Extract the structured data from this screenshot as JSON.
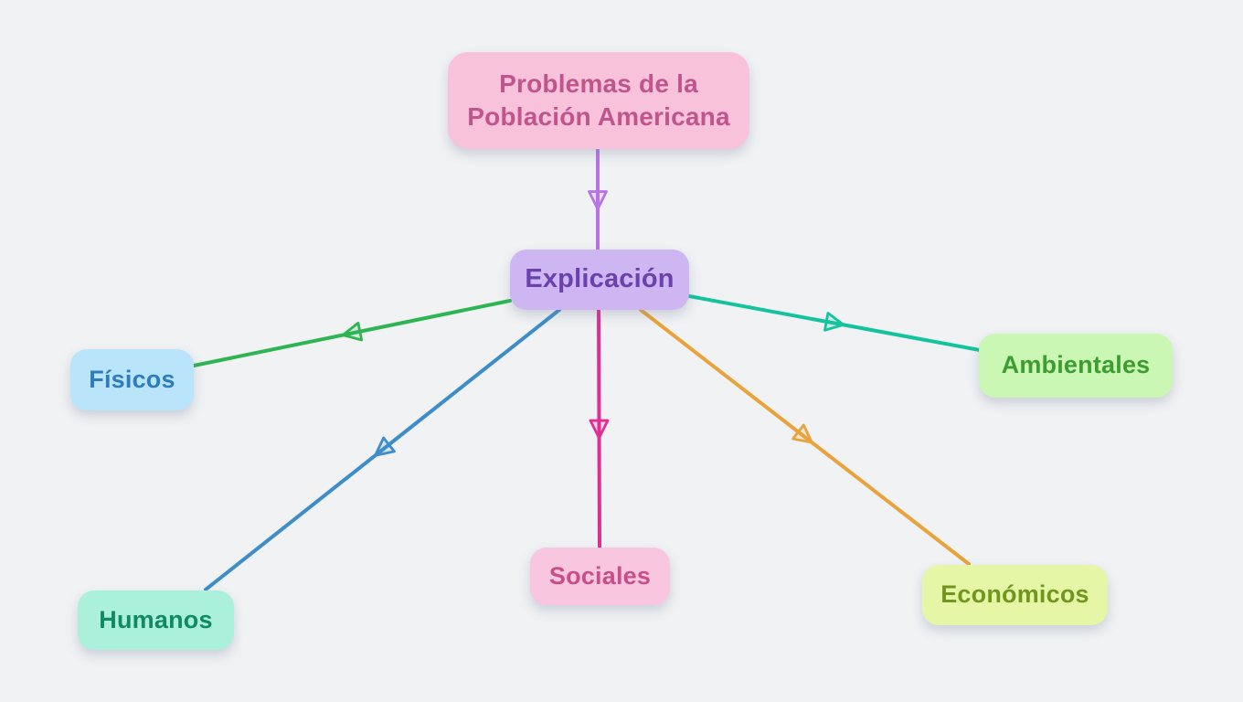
{
  "canvas": {
    "background": "#f0f2f4"
  },
  "diagram": {
    "title": "Problemas de la Población Americana mind map",
    "nodes": [
      {
        "id": "problemas",
        "label": "Problemas de la Población Americana",
        "bg": "#f8c3da",
        "fg": "#c0548d"
      },
      {
        "id": "explicacion",
        "label": "Explicación",
        "bg": "#cdb6f1",
        "fg": "#6a41ad"
      },
      {
        "id": "fisicos",
        "label": "Físicos",
        "bg": "#b9e4fa",
        "fg": "#2e7cba"
      },
      {
        "id": "humanos",
        "label": "Humanos",
        "bg": "#aaf0db",
        "fg": "#108a61"
      },
      {
        "id": "sociales",
        "label": "Sociales",
        "bg": "#f9c6e0",
        "fg": "#c94e88"
      },
      {
        "id": "economicos",
        "label": "Económicos",
        "bg": "#e6f6a7",
        "fg": "#70961d"
      },
      {
        "id": "ambientales",
        "label": "Ambientales",
        "bg": "#caf7b4",
        "fg": "#3f9c32"
      }
    ],
    "edges": [
      {
        "from": "problemas",
        "to": "explicacion",
        "color": "#b873e5"
      },
      {
        "from": "explicacion",
        "to": "fisicos",
        "color": "#2eb452"
      },
      {
        "from": "explicacion",
        "to": "humanos",
        "color": "#3e8dc8"
      },
      {
        "from": "explicacion",
        "to": "sociales",
        "color": "#e02e92"
      },
      {
        "from": "explicacion",
        "to": "economicos",
        "color": "#e9a33c"
      },
      {
        "from": "explicacion",
        "to": "ambientales",
        "color": "#13c39e"
      }
    ]
  }
}
